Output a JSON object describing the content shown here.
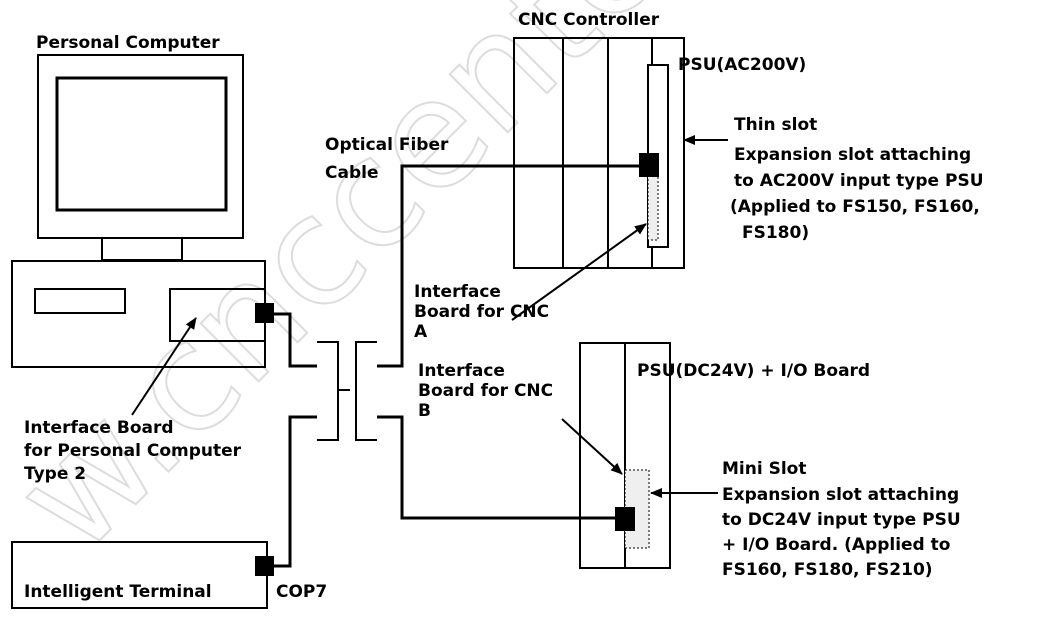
{
  "watermark": "w.cnccenter",
  "labels": {
    "personal_computer": "Personal Computer",
    "cnc_controller": "CNC Controller",
    "psu_ac200v": "PSU(AC200V)",
    "thin_slot": "Thin slot",
    "thin_slot_desc": [
      "Expansion slot attaching",
      "to AC200V input type PSU",
      "(Applied to FS150, FS160,",
      "FS180)"
    ],
    "optical_fiber_cable": [
      "Optical Fiber",
      "Cable"
    ],
    "interface_board_cnc_a": [
      "Interface",
      "Board for CNC",
      "A"
    ],
    "interface_board_cnc_b": [
      "Interface",
      "Board for CNC",
      "B"
    ],
    "psu_dc24v": "PSU(DC24V) + I/O Board",
    "mini_slot": "Mini Slot",
    "mini_slot_desc": [
      "Expansion slot attaching",
      "to DC24V input type PSU",
      "+ I/O Board. (Applied to",
      "FS160, FS180, FS210)"
    ],
    "interface_board_pc": [
      "Interface Board",
      "for Personal Computer",
      "Type 2"
    ],
    "intelligent_terminal": "Intelligent Terminal",
    "cop7": "COP7"
  },
  "colors": {
    "ink": "#000000",
    "watermark": "#dcdcdc",
    "background": "#ffffff"
  }
}
